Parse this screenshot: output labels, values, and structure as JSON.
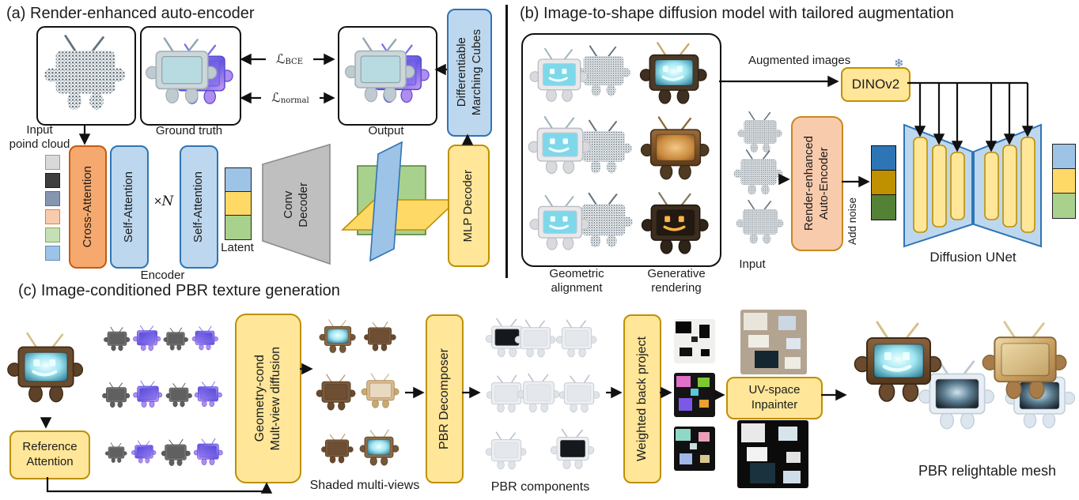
{
  "colors": {
    "box_yellow": "#FFE699",
    "box_yellow_border": "#BF9000",
    "box_blue": "#BDD7EE",
    "box_blue_border": "#2E75B6",
    "box_orange": "#F5A96E",
    "box_orange_border": "#C55A11",
    "box_peach": "#F8CBAD",
    "latent_blue": "#9DC3E6",
    "latent_yellow": "#FFD966",
    "latent_green": "#A9D18E",
    "noisy_blue": "#2E75B6",
    "noisy_gold": "#BF9000",
    "noisy_green": "#538135",
    "decoder_gray": "#BFBFBF",
    "legend_swatches": [
      "#D9D9D9",
      "#3F3F3F",
      "#8496B0",
      "#F8CBAD",
      "#C5E0B4",
      "#9DC3E6"
    ]
  },
  "panel_a": {
    "title": "(a) Render-enhanced auto-encoder",
    "input_label_line1": "Input",
    "input_label_line2": "poind cloud",
    "ground_truth": "Ground truth",
    "output": "Output",
    "loss_bce": {
      "symbol": "ℒ",
      "sub": "BCE"
    },
    "loss_normal": {
      "symbol": "ℒ",
      "sub": "normal"
    },
    "encoder": {
      "cross_attention": "Cross-Attention",
      "self_attention_1": "Self-Attention",
      "repeat": {
        "times": "×",
        "n": "N"
      },
      "self_attention_2": "Self-Attention",
      "label": "Encoder"
    },
    "latent": "Latent",
    "conv_decoder": {
      "line1": "Conv",
      "line2": "Decoder"
    },
    "mlp_decoder": "MLP Decoder",
    "marching_cubes": {
      "line1": "Differentiable",
      "line2": "Marching Cubes"
    }
  },
  "panel_b": {
    "title": "(b) Image-to-shape diffusion model with tailored augmentation",
    "augmented_images": "Augmented images",
    "dinov2": "DINOv2",
    "frozen_icon": "❄",
    "geometric_alignment": {
      "line1": "Geometric",
      "line2": "alignment"
    },
    "generative_rendering": {
      "line1": "Generative",
      "line2": "rendering"
    },
    "input": "Input",
    "autoencoder": {
      "line1": "Render-enhanced",
      "line2": "Auto-Encoder"
    },
    "add_noise": "Add noise",
    "diffusion_unet": "Diffusion UNet"
  },
  "panel_c": {
    "title": "(c) Image-conditioned PBR texture generation",
    "reference_attention": {
      "line1": "Reference",
      "line2": "Attention"
    },
    "geometry_diffusion": {
      "line1": "Geometry-cond",
      "line2": "Mult-view diffusion"
    },
    "shaded_multiviews": "Shaded multi-views",
    "pbr_decomposer": "PBR Decomposer",
    "pbr_components": "PBR components",
    "weighted_back_project": "Weighted back project",
    "uv_inpainter": {
      "line1": "UV-space",
      "line2": "Inpainter"
    },
    "pbr_relightable_mesh": "PBR relightable mesh"
  }
}
